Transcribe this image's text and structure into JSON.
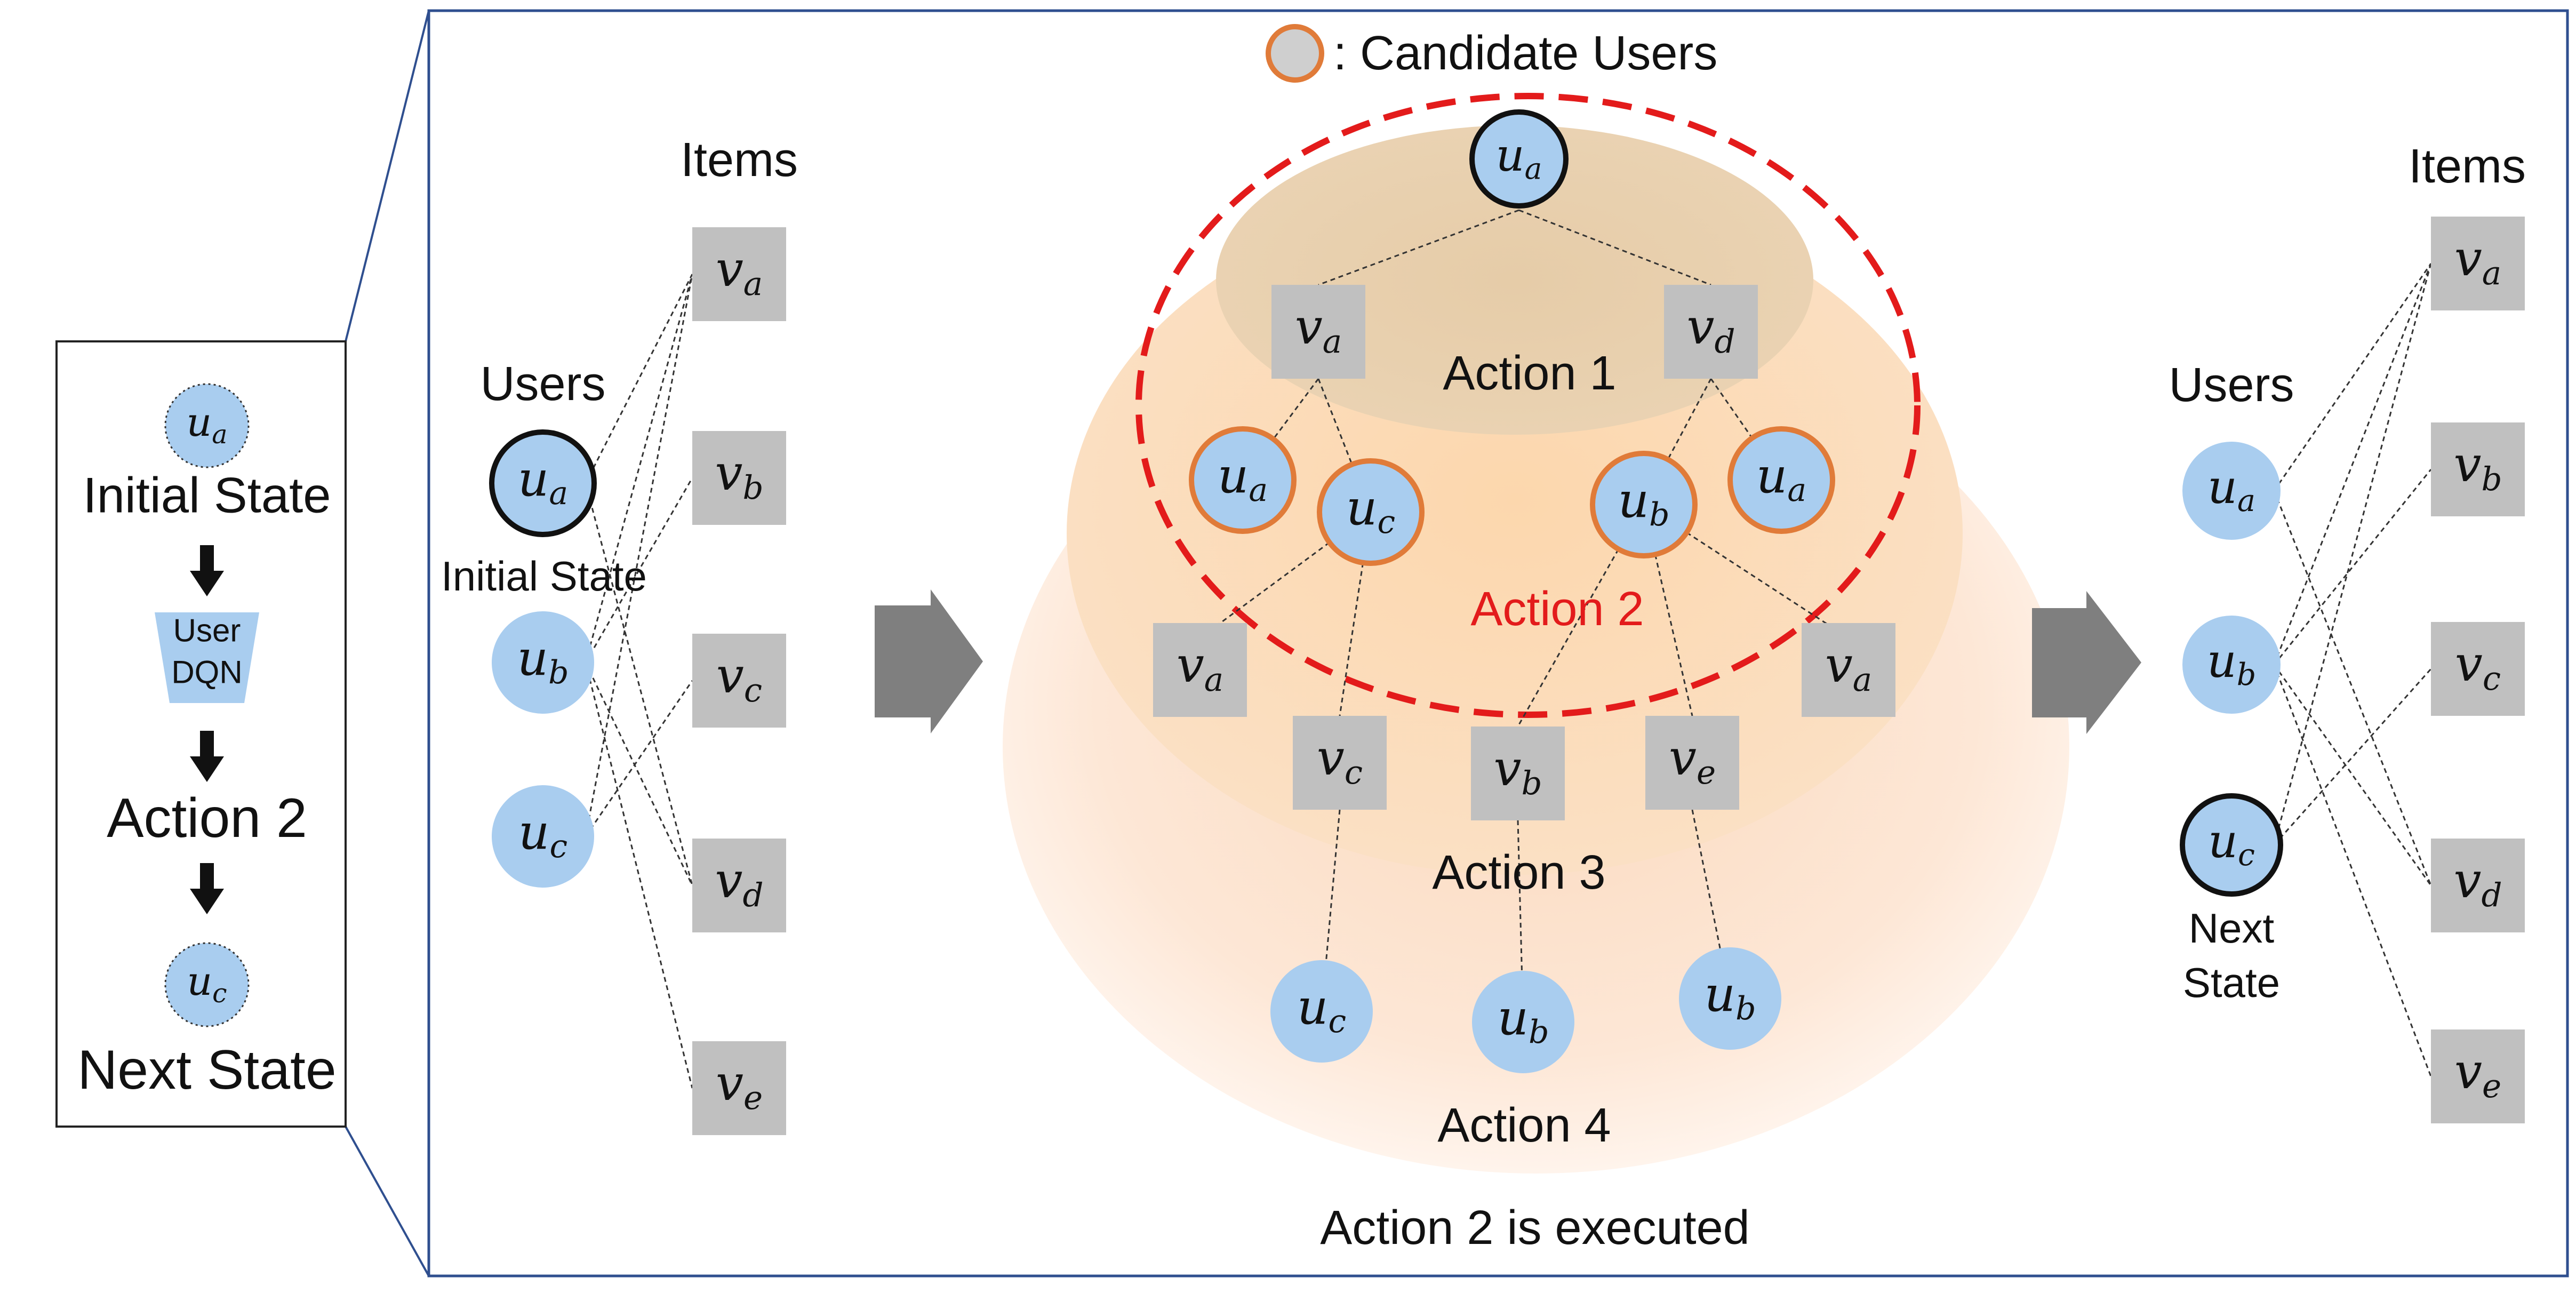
{
  "legend": {
    "text": ": Candidate Users"
  },
  "sidebar": {
    "dqn_line1": "User",
    "dqn_line2": "DQN",
    "initial_state": "Initial State",
    "action": "Action 2",
    "next_state": "Next State",
    "nodes": [
      {
        "base": "u",
        "sub": "a"
      },
      {
        "base": "u",
        "sub": "c"
      }
    ]
  },
  "left_graph": {
    "users_header": "Users",
    "items_header": "Items",
    "initial_state_label": "Initial State",
    "users": [
      {
        "base": "u",
        "sub": "a"
      },
      {
        "base": "u",
        "sub": "b"
      },
      {
        "base": "u",
        "sub": "c"
      }
    ],
    "items": [
      {
        "base": "v",
        "sub": "a"
      },
      {
        "base": "v",
        "sub": "b"
      },
      {
        "base": "v",
        "sub": "c"
      },
      {
        "base": "v",
        "sub": "d"
      },
      {
        "base": "v",
        "sub": "e"
      }
    ]
  },
  "tree": {
    "root": {
      "base": "u",
      "sub": "a"
    },
    "level1_items": [
      {
        "base": "v",
        "sub": "a"
      },
      {
        "base": "v",
        "sub": "d"
      }
    ],
    "level2_users": [
      {
        "base": "u",
        "sub": "a"
      },
      {
        "base": "u",
        "sub": "c"
      },
      {
        "base": "u",
        "sub": "b"
      },
      {
        "base": "u",
        "sub": "a"
      }
    ],
    "level3_items": [
      {
        "base": "v",
        "sub": "a"
      },
      {
        "base": "v",
        "sub": "c"
      },
      {
        "base": "v",
        "sub": "b"
      },
      {
        "base": "v",
        "sub": "e"
      },
      {
        "base": "v",
        "sub": "a"
      }
    ],
    "level4_users": [
      {
        "base": "u",
        "sub": "c"
      },
      {
        "base": "u",
        "sub": "b"
      },
      {
        "base": "u",
        "sub": "b"
      }
    ],
    "actions": [
      "Action 1",
      "Action 2",
      "Action 3",
      "Action 4"
    ],
    "caption": "Action 2 is executed"
  },
  "right_graph": {
    "users_header": "Users",
    "items_header": "Items",
    "next_state_line1": "Next",
    "next_state_line2": "State",
    "users": [
      {
        "base": "u",
        "sub": "a"
      },
      {
        "base": "u",
        "sub": "b"
      },
      {
        "base": "u",
        "sub": "c"
      }
    ],
    "items": [
      {
        "base": "v",
        "sub": "a"
      },
      {
        "base": "v",
        "sub": "b"
      },
      {
        "base": "v",
        "sub": "c"
      },
      {
        "base": "v",
        "sub": "d"
      },
      {
        "base": "v",
        "sub": "e"
      }
    ]
  },
  "colors": {
    "user_fill": "#a9cdef",
    "item_fill": "#c0c0c0",
    "candidate_ring": "#e07b39",
    "action_highlight": "#e31b1b",
    "frame_blue": "#2f4f8f",
    "arrow_gray": "#7f7f7f",
    "zone_peach": "#fbdcc0",
    "zone_tan": "#e9cca6"
  }
}
